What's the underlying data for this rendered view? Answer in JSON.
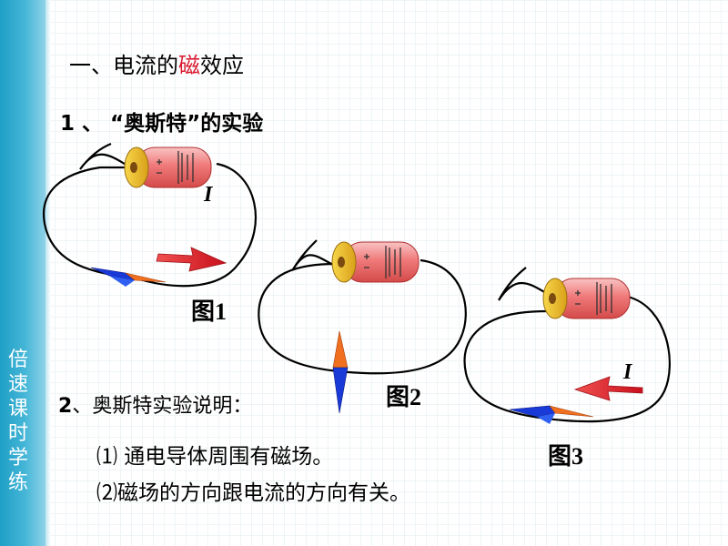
{
  "sidebar": {
    "text": "倍速课时学练",
    "color": "#2aa7cf"
  },
  "heading": {
    "prefix": "一、电流的",
    "highlight": "磁",
    "suffix": "效应",
    "highlight_color": "#d9182d"
  },
  "item1": {
    "label": "1 、 “奥斯特”的实验"
  },
  "item2": {
    "number": "2",
    "label": "、奥斯特实验说明："
  },
  "points": [
    "⑴ 通电导体周围有磁场。",
    "⑵磁场的方向跟电流的方向有关。"
  ],
  "figures": {
    "fig1": {
      "label": "图1",
      "current_label": "I"
    },
    "fig2": {
      "label": "图2"
    },
    "fig3": {
      "label": "图3",
      "current_label": "I"
    }
  },
  "colors": {
    "battery_body": "#f07a7a",
    "battery_cap": "#f0c020",
    "arrow": "#e0202a",
    "needle_red": "#f07020",
    "needle_blue": "#1a3ad8"
  }
}
